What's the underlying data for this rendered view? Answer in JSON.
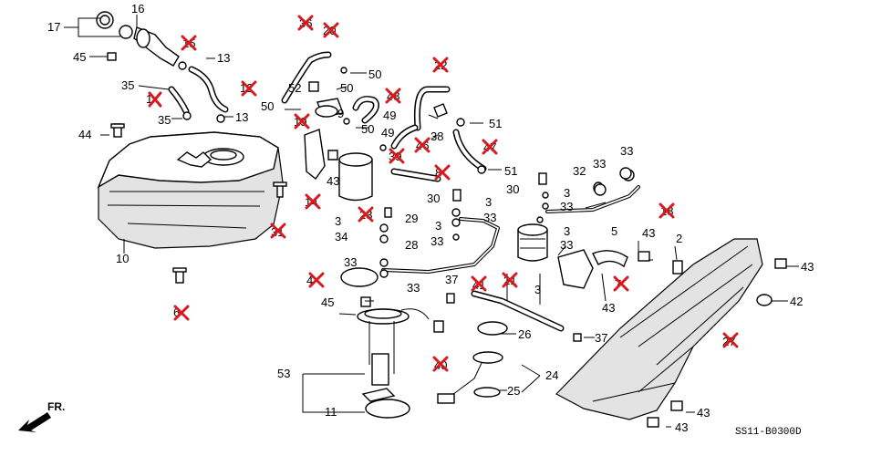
{
  "diagram_code": "SS11-B0300D",
  "direction_label": "FR.",
  "marker_color": "#d71920",
  "part_labels": {
    "p2": "2",
    "p3a": "3",
    "p3b": "3",
    "p3c": "3",
    "p3d": "3",
    "p3e": "3",
    "p3f": "3",
    "p5": "5",
    "p9": "9",
    "p10": "10",
    "p11": "11",
    "p13a": "13",
    "p13b": "13",
    "p16": "16",
    "p17": "17",
    "p24": "24",
    "p25": "25",
    "p26": "26",
    "p28": "28",
    "p29": "29",
    "p30a": "30",
    "p30b": "30",
    "p32": "32",
    "p33a": "33",
    "p33b": "33",
    "p33c": "33",
    "p33d": "33",
    "p33e": "33",
    "p33f": "33",
    "p33g": "33",
    "p33h": "33",
    "p33i": "33",
    "p34": "34",
    "p35a": "35",
    "p35b": "35",
    "p37a": "37",
    "p37b": "37",
    "p38": "38",
    "p42": "42",
    "p43a": "43",
    "p43b": "43",
    "p43c": "43",
    "p43d": "43",
    "p43e": "43",
    "p43f": "43",
    "p44": "44",
    "p45a": "45",
    "p45b": "45",
    "p49a": "49",
    "p49b": "49",
    "p50a": "50",
    "p50b": "50",
    "p50c": "50",
    "p50d": "50",
    "p51a": "51",
    "p51b": "51",
    "p52": "52",
    "p53": "53"
  },
  "crossed_labels": {
    "x1": "1",
    "x4": "4",
    "x6": "6",
    "x7": "7",
    "x8": "8",
    "x12": "12",
    "x14": "14",
    "x15": "15",
    "x18": "18",
    "x19": "19",
    "x20": "20",
    "x21": "21",
    "x22": "22",
    "x23": "23",
    "x27": "27",
    "x31": "31",
    "x36": "36",
    "x39": "39",
    "x40": "40",
    "x41": "41",
    "x46": "46",
    "x47": "47",
    "x48": "48"
  }
}
